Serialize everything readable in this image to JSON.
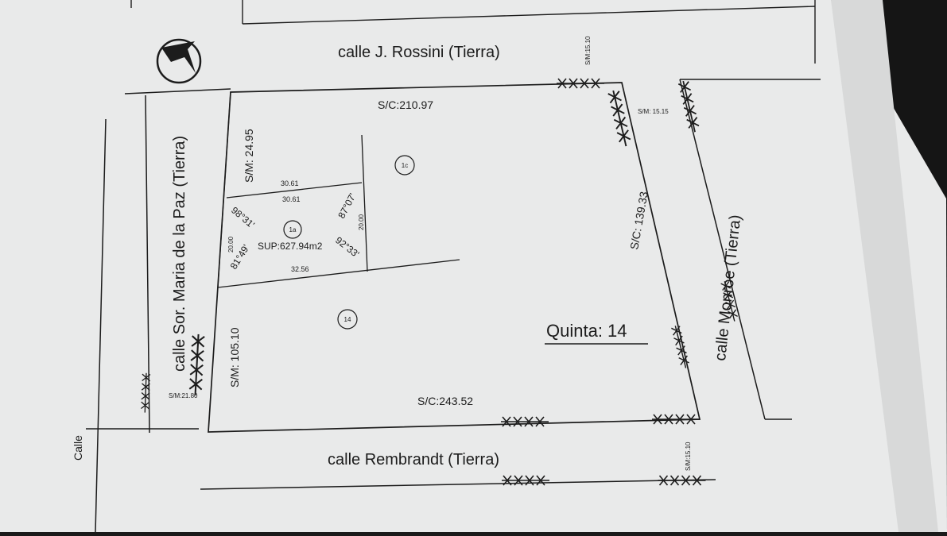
{
  "streets": {
    "north": "calle J. Rossini  (Tierra)",
    "south": "calle  Rembrandt  (Tierra)",
    "west": "calle Sor. Maria de la Paz  (Tierra)",
    "east": "calle  Monroe  (Tierra)",
    "far_west": "Calle"
  },
  "block": {
    "name": "Quinta: 14",
    "north_side": "S/C:210.97",
    "south_side": "S/C:243.52",
    "west_side": "S/M: 105.10",
    "east_side": "S/C: 139.33"
  },
  "street_widths": {
    "top_right": "S/M:15.10",
    "north_east": "S/M: 15.15",
    "south_west": "S/M:21.80",
    "bottom_right": "S/M:15.10"
  },
  "lot": {
    "side_left": "S/M: 24.95",
    "top_outer": "30.61",
    "top_inner": "30.61",
    "bottom": "32.56",
    "left_side": "20.00",
    "right_side": "20.00",
    "angle_top_left": "98°31'",
    "angle_top_right": "87°07'",
    "angle_bottom_left": "81°49'",
    "angle_bottom_right": "92°33'",
    "area": "SUP:627.94m2"
  },
  "parcels": {
    "lot_1a": "1a",
    "lot_1c": "1c",
    "lot_14": "14"
  },
  "colors": {
    "paper": "#e9eaea",
    "ink": "#1c1c1c",
    "background": "#151515"
  }
}
